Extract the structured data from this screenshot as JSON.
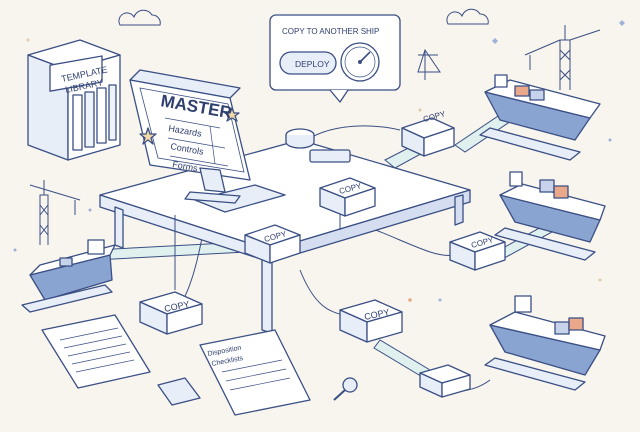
{
  "callout": {
    "title": "COPY TO ANOTHER  SHIP",
    "button_label": "DEPLOY"
  },
  "library": {
    "label_line1": "TEMPLATE",
    "label_line2": "LIBRARY"
  },
  "monitor": {
    "title": "MASTER",
    "items": [
      "Hazards",
      "Controls",
      "Forms"
    ]
  },
  "copy_label": "COPY",
  "checklist": {
    "line1": "Disposition",
    "line2": "Checklists"
  },
  "colors": {
    "outline": "#3a4f84",
    "background": "#f8f4ee",
    "panel": "#ffffff",
    "hull": "#8aa4d2",
    "accent_star": "#f2d9a6",
    "cargo_orange": "#e9a889",
    "belt": "#dff0ee"
  }
}
